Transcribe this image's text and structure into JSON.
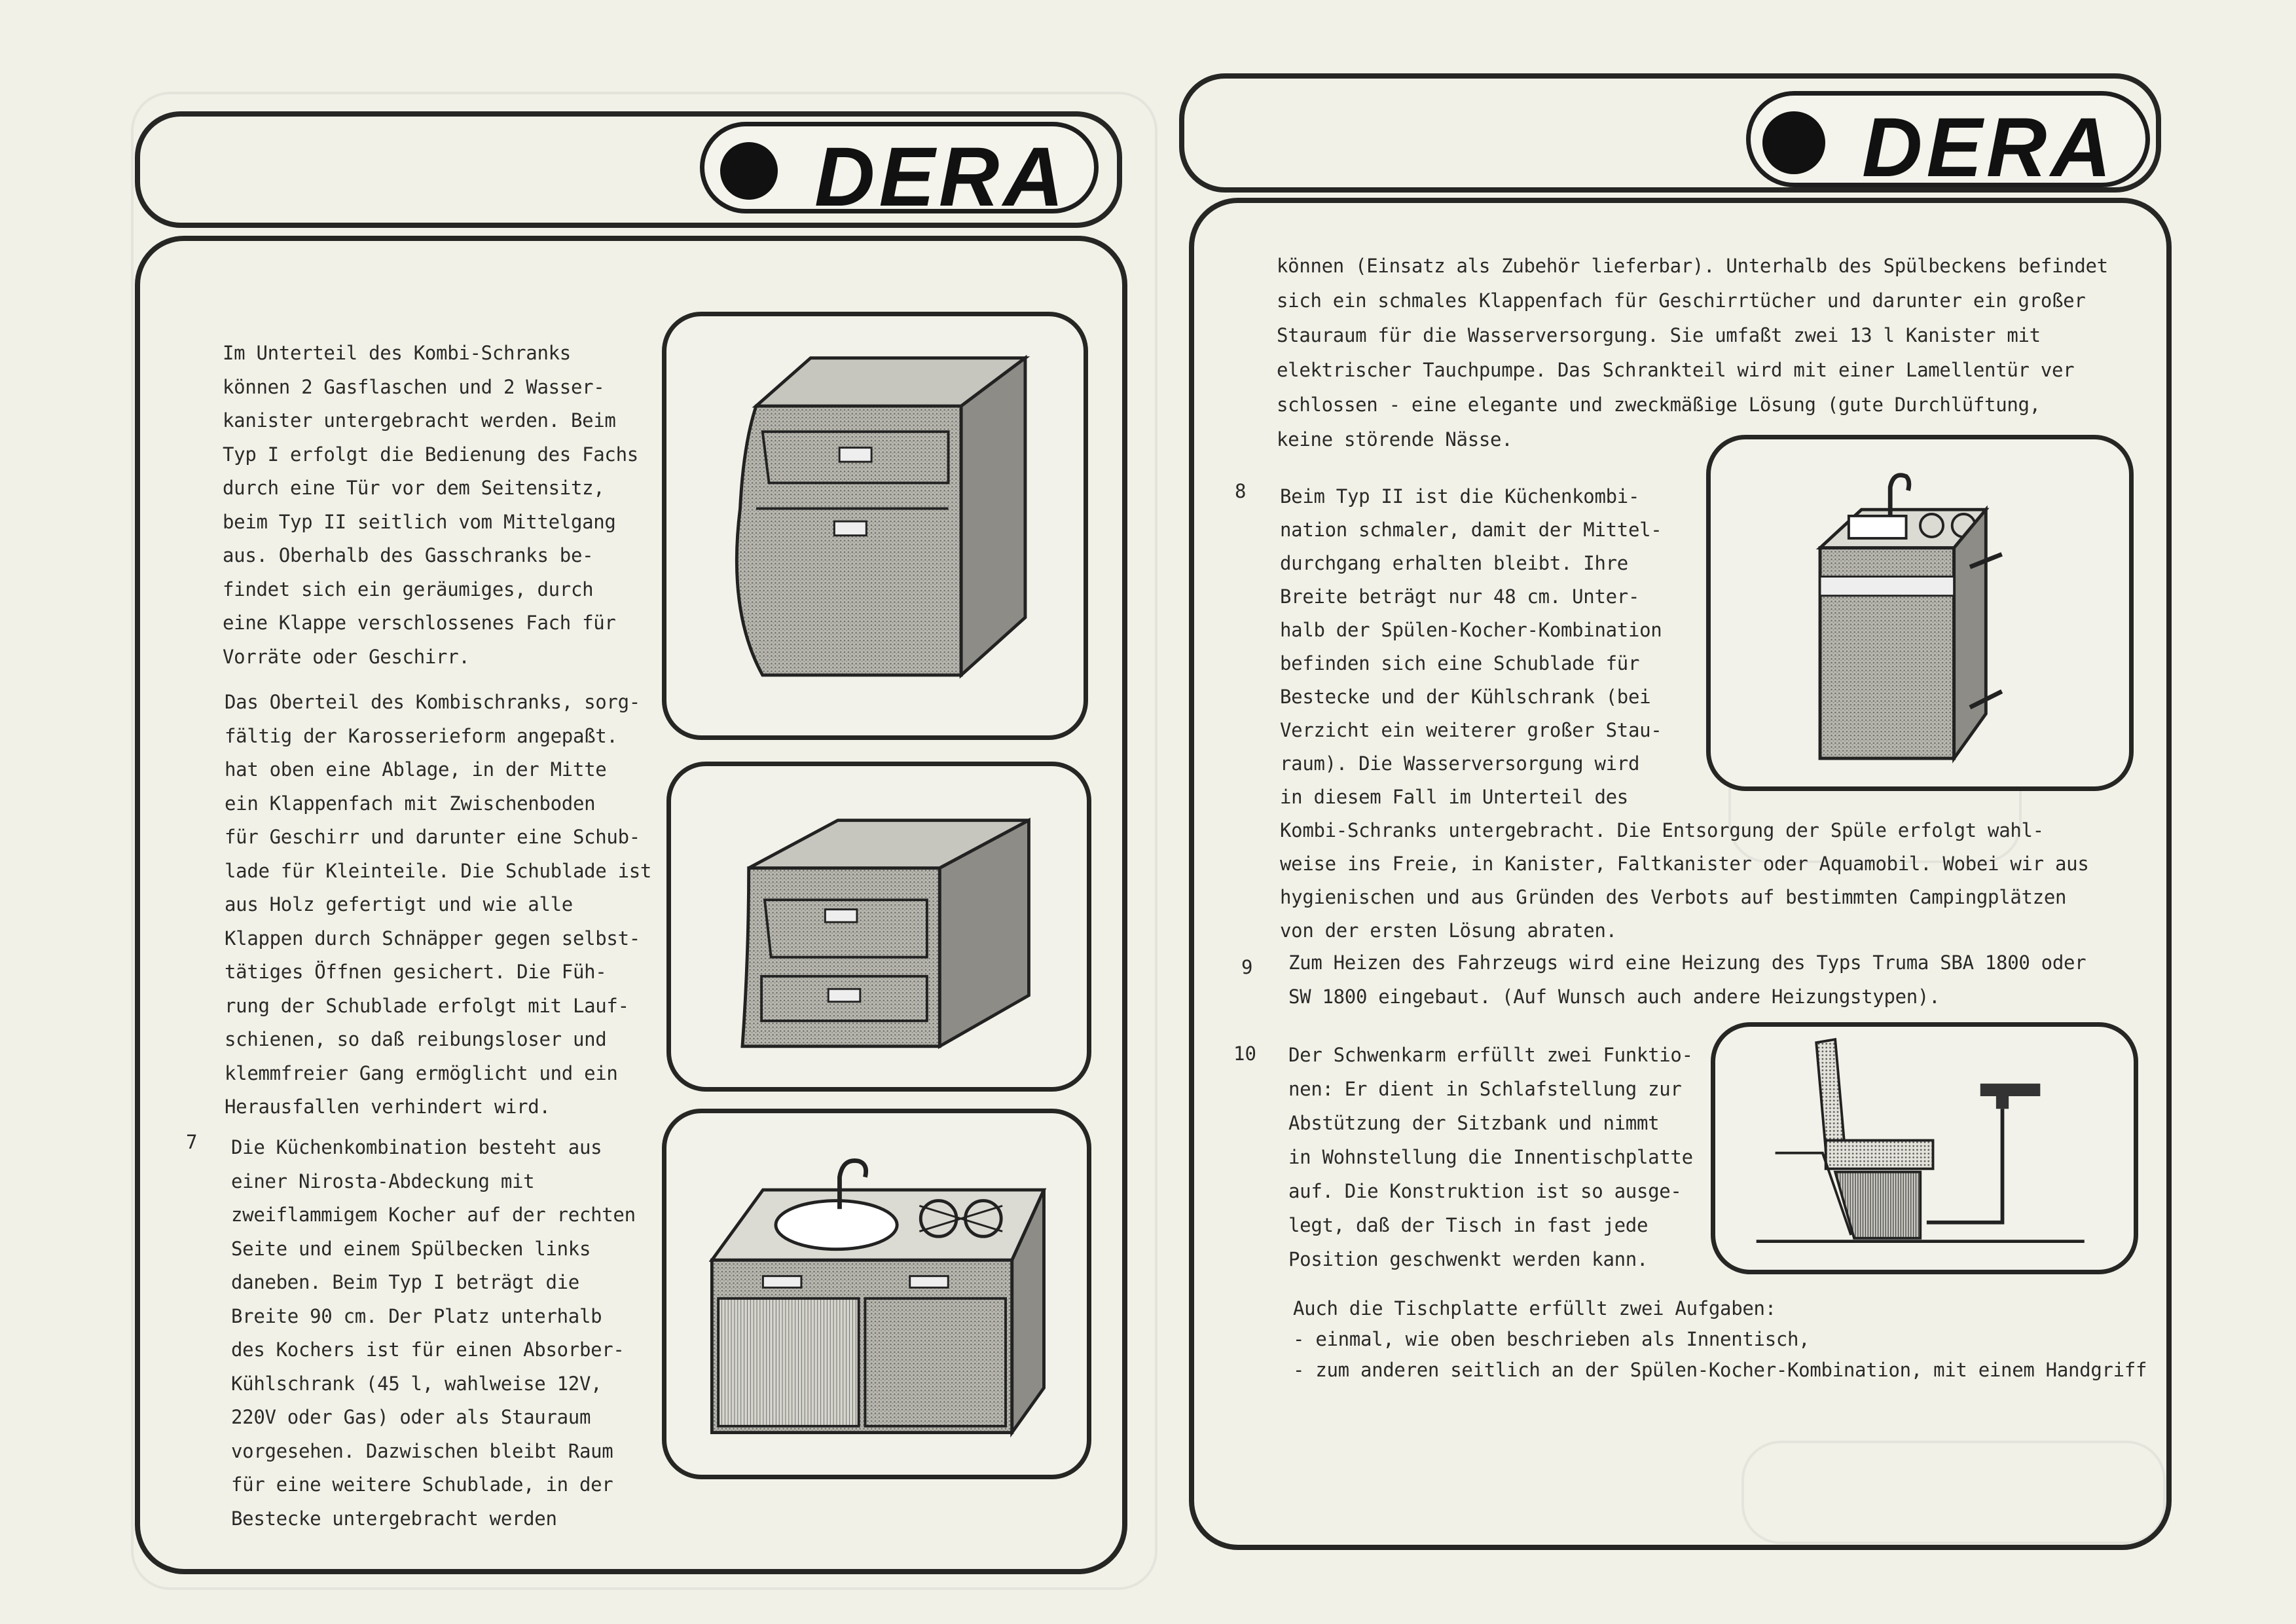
{
  "left": {
    "logo": "DERA",
    "para1": [
      "Im Unterteil des Kombi-Schranks",
      "können 2 Gasflaschen und 2 Wasser-",
      "kanister untergebracht werden. Beim",
      "Typ I erfolgt die Bedienung des Fachs",
      "durch eine Tür vor dem Seitensitz,",
      "beim Typ II seitlich vom Mittelgang",
      "aus. Oberhalb des Gasschranks be-",
      "findet sich ein geräumiges, durch",
      "eine Klappe verschlossenes Fach für",
      "Vorräte oder Geschirr."
    ],
    "para2": [
      "Das Oberteil des Kombischranks, sorg-",
      "fältig der Karosserieform angepaßt.",
      "hat oben eine Ablage, in der Mitte",
      "ein Klappenfach mit Zwischenboden",
      "für Geschirr und darunter eine Schub-",
      "lade für Kleinteile. Die Schublade ist",
      "aus Holz gefertigt und wie alle",
      "Klappen durch Schnäpper gegen selbst-",
      "tätiges Öffnen gesichert. Die Füh-",
      "rung der Schublade erfolgt mit Lauf-",
      "schienen, so daß reibungsloser und",
      "klemmfreier Gang ermöglicht und ein",
      "Herausfallen verhindert wird."
    ],
    "item7_number": "7",
    "item7": [
      "Die Küchenkombination besteht aus",
      "einer Nirosta-Abdeckung mit",
      "zweiflammigem Kocher auf der rechten",
      "Seite und einem Spülbecken links",
      "daneben. Beim Typ I beträgt die",
      "Breite 90 cm. Der Platz unterhalb",
      "des Kochers ist für einen Absorber-",
      "Kühlschrank (45 l, wahlweise 12V,",
      "220V oder Gas) oder als Stauraum",
      "vorgesehen. Dazwischen bleibt Raum",
      "für eine weitere Schublade, in der",
      "Bestecke untergebracht werden"
    ]
  },
  "right": {
    "logo": "DERA",
    "para0": [
      "können (Einsatz als Zubehör lieferbar). Unterhalb des Spülbeckens befindet",
      "sich ein schmales Klappenfach für Geschirrtücher und darunter ein großer",
      "Stauraum für die Wasserversorgung. Sie umfaßt zwei 13 l Kanister mit",
      "elektrischer Tauchpumpe. Das Schrankteil wird mit einer Lamellentür ver",
      "schlossen - eine elegante und zweckmäßige Lösung (gute Durchlüftung,",
      "keine störende Nässe."
    ],
    "item8_number": "8",
    "item8": [
      "Beim Typ II ist die Küchenkombi-",
      "nation schmaler, damit der Mittel-",
      "durchgang erhalten bleibt. Ihre",
      "Breite beträgt nur 48 cm. Unter-",
      "halb der Spülen-Kocher-Kombination",
      "befinden sich eine Schublade für",
      "Bestecke und der Kühlschrank (bei",
      "Verzicht ein weiterer großer Stau-",
      "raum). Die Wasserversorgung wird",
      "in diesem Fall im Unterteil des",
      "Kombi-Schranks untergebracht. Die Entsorgung der Spüle erfolgt wahl-",
      "weise ins Freie, in Kanister, Faltkanister oder Aquamobil. Wobei wir aus",
      "hygienischen  und aus Gründen des Verbots auf bestimmten Campingplätzen",
      "von der ersten Lösung abraten."
    ],
    "item9_number": "9",
    "item9": [
      "Zum Heizen des Fahrzeugs wird eine Heizung des Typs Truma SBA 1800 oder",
      "SW 1800 eingebaut. (Auf Wunsch auch andere Heizungstypen)."
    ],
    "item10_number": "10",
    "item10": [
      "Der Schwenkarm erfüllt zwei Funktio-",
      "nen: Er dient in Schlafstellung zur",
      "Abstützung der Sitzbank und nimmt",
      "in Wohnstellung die Innentischplatte",
      "auf. Die Konstruktion ist so ausge-",
      "legt, daß der Tisch in fast jede",
      "Position geschwenkt werden kann."
    ],
    "para_table": [
      "Auch die Tischplatte erfüllt zwei Aufgaben:",
      "- einmal, wie oben beschrieben als Innentisch,",
      "- zum anderen seitlich an der Spülen-Kocher-Kombination, mit einem Handgriff"
    ]
  }
}
